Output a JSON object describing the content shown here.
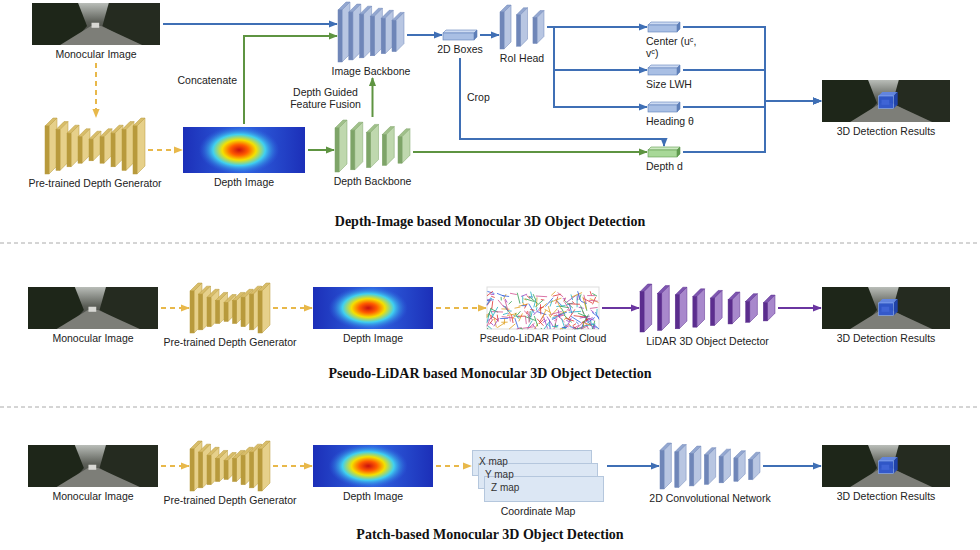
{
  "diagram": {
    "nodes": [
      {
        "text": [
          "Monocular Image"
        ]
      },
      {
        "text": [
          "Image Backbone"
        ]
      },
      {
        "text": [
          "2D Boxes"
        ]
      },
      {
        "text": [
          "RoI Head"
        ]
      },
      {
        "text": [
          "Center (uᶜ, vᶜ)"
        ]
      },
      {
        "text": [
          "Size LWH"
        ]
      },
      {
        "text": [
          "Heading θ"
        ]
      },
      {
        "text": [
          "Pre-trained Depth Generator"
        ]
      },
      {
        "text": [
          "Depth Image"
        ]
      },
      {
        "text": [
          "Depth Backbone"
        ]
      },
      {
        "text": [
          "Depth d"
        ]
      },
      {
        "text": [
          "3D Detection Results"
        ]
      },
      {
        "text": [
          "Monocular Image"
        ]
      },
      {
        "text": [
          "Pre-trained Depth Generator"
        ]
      },
      {
        "text": [
          "Depth Image"
        ]
      },
      {
        "text": [
          "Pseudo-LiDAR Point Cloud"
        ]
      },
      {
        "text": [
          "LiDAR 3D Object Detector"
        ]
      },
      {
        "text": [
          "3D Detection Results"
        ]
      },
      {
        "text": [
          "Monocular Image"
        ]
      },
      {
        "text": [
          "Pre-trained Depth Generator"
        ]
      },
      {
        "text": [
          "Depth Image"
        ]
      },
      {
        "text": [
          "Coordinate Map"
        ]
      },
      {
        "text": [
          "X map"
        ],
        "in": 21
      },
      {
        "text": [
          "Y map"
        ],
        "in": 21
      },
      {
        "text": [
          "Z map"
        ],
        "in": 21
      },
      {
        "text": [
          "2D Convolutional Network"
        ]
      },
      {
        "text": [
          "3D Detection Results"
        ]
      }
    ],
    "edges": [
      {
        "from": 0,
        "to": 1,
        "arrow": "to"
      },
      {
        "from": 0,
        "to": 7,
        "arrow": "to"
      },
      {
        "from": 7,
        "to": 8,
        "arrow": "to"
      },
      {
        "from": 8,
        "to": 1,
        "label": "Concatenate",
        "arrow": "to"
      },
      {
        "from": 8,
        "to": 9,
        "arrow": "to"
      },
      {
        "from": 9,
        "to": 1,
        "label": "Depth Guided Feature Fusion",
        "arrow": "to"
      },
      {
        "from": 1,
        "to": 2,
        "arrow": "to"
      },
      {
        "from": 2,
        "to": 3,
        "arrow": "to"
      },
      {
        "from": 2,
        "to": 10,
        "label": "Crop",
        "arrow": "to"
      },
      {
        "from": 9,
        "to": 10,
        "arrow": "to"
      },
      {
        "from": 3,
        "to": 4,
        "arrow": "to"
      },
      {
        "from": 3,
        "to": 5,
        "arrow": "to"
      },
      {
        "from": 3,
        "to": 6,
        "arrow": "to"
      },
      {
        "from": 4,
        "to": 11,
        "arrow": "to"
      },
      {
        "from": 5,
        "to": 11,
        "arrow": "to"
      },
      {
        "from": 6,
        "to": 11,
        "arrow": "to"
      },
      {
        "from": 10,
        "to": 11,
        "arrow": "to"
      },
      {
        "from": 12,
        "to": 13,
        "arrow": "to"
      },
      {
        "from": 13,
        "to": 14,
        "arrow": "to"
      },
      {
        "from": 14,
        "to": 15,
        "arrow": "to"
      },
      {
        "from": 15,
        "to": 16,
        "arrow": "to"
      },
      {
        "from": 16,
        "to": 17,
        "arrow": "to"
      },
      {
        "from": 18,
        "to": 19,
        "arrow": "to"
      },
      {
        "from": 19,
        "to": 20,
        "arrow": "to"
      },
      {
        "from": 20,
        "to": 21,
        "arrow": "to"
      },
      {
        "from": 21,
        "to": 25,
        "arrow": "to"
      },
      {
        "from": 25,
        "to": 26,
        "arrow": "to"
      }
    ],
    "labels": [
      "Depth-Image based Monocular 3D Object Detection",
      "Pseudo-LiDAR based Monocular 3D Object Detection",
      "Patch-based Monocular 3D Object Detection"
    ]
  }
}
